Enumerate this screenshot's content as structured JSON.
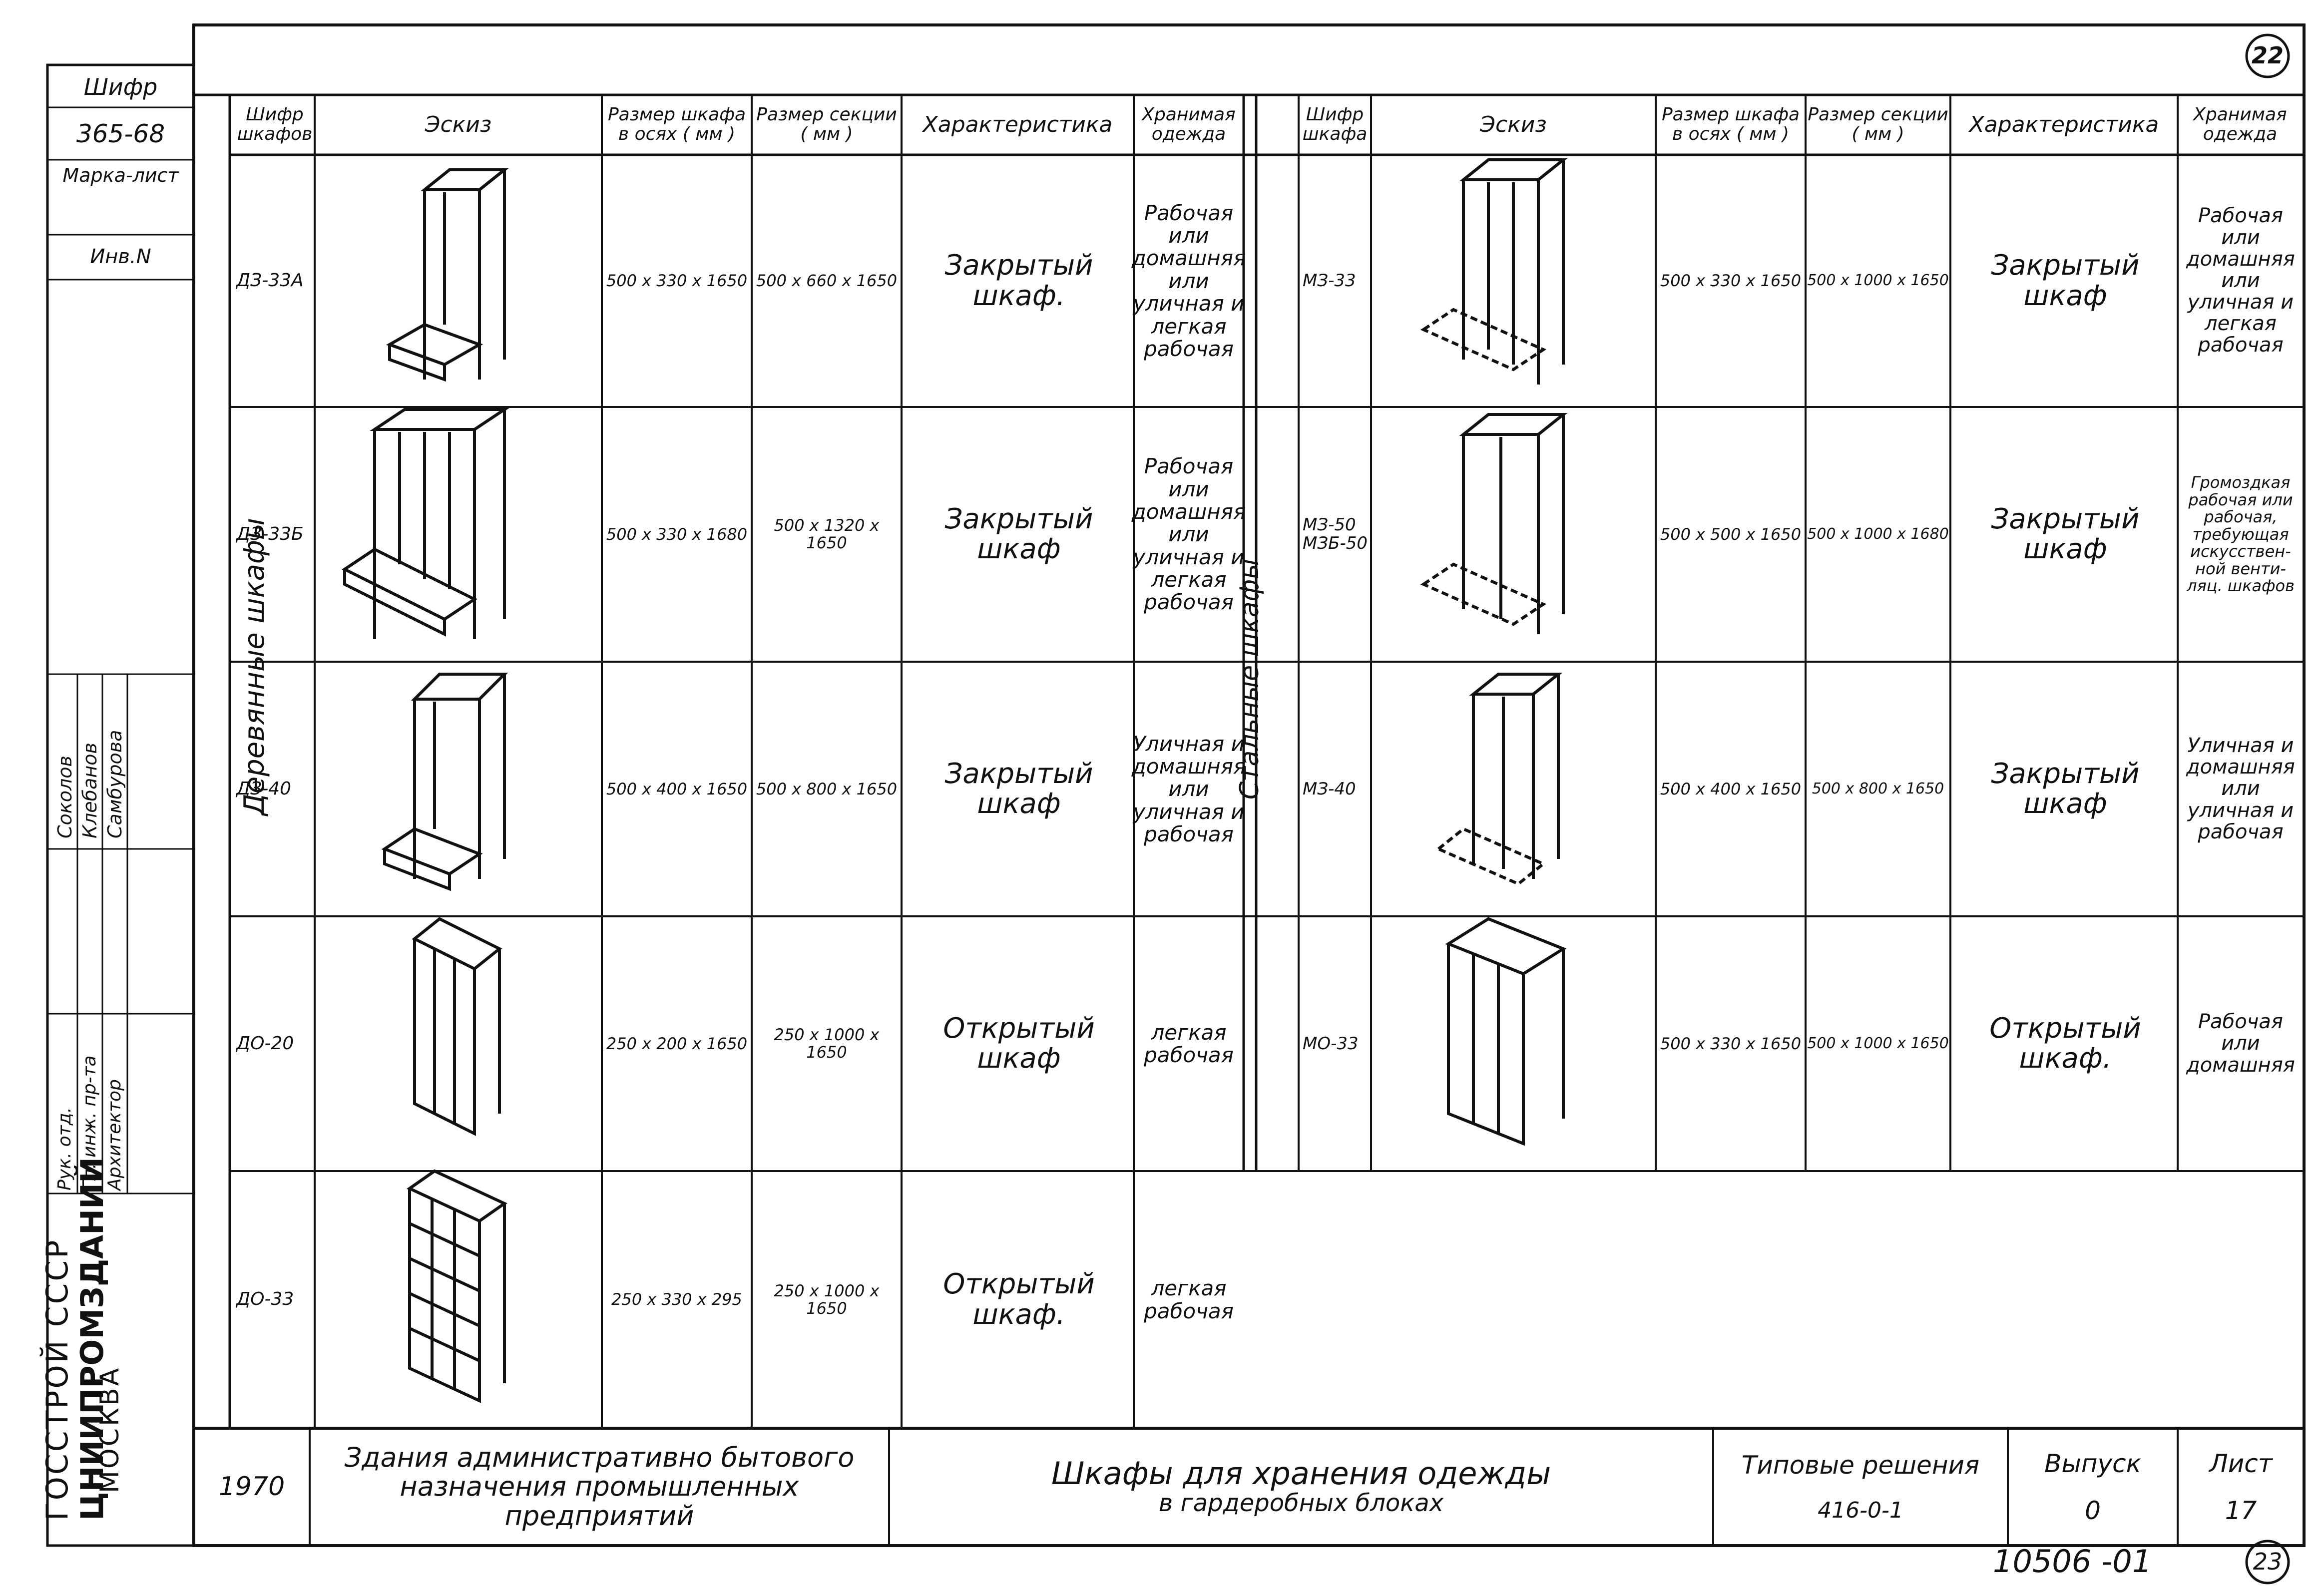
{
  "sheet": {
    "corner_number": "22",
    "bottom_number": "23",
    "doc_number": "10506 -01"
  },
  "side_stamp": {
    "cipher_label": "Шифр",
    "cipher_value": "365-68",
    "mark_sheet": "Марка-лист",
    "inv_no": "Инв.N",
    "names": [
      "Соколов",
      "Клебанов",
      "Самбурова"
    ],
    "roles": [
      "Рук. отд.",
      "Гл. инж. пр-та",
      "Архитектор"
    ],
    "org_line1": "ГОССТРОЙ СССР",
    "org_logo": "ЦНИИПРОМЗДАНИЙ",
    "org_city": "МОСКВА"
  },
  "table": {
    "headers": {
      "code": "Шифр шкафов",
      "sketch": "Эскиз",
      "size_axes": "Размер шкафа в осях ( мм )",
      "size_section": "Размер секции ( мм )",
      "characteristic": "Характеристика",
      "clothing": "Хранимая одежда"
    },
    "headers_right": {
      "code": "Шифр шкафа",
      "sketch": "Эскиз",
      "size_axes": "Размер шкафа в осях ( мм )",
      "size_section": "Размер секции ( мм )",
      "characteristic": "Характеристика",
      "clothing": "Хранимая одежда"
    },
    "group_left": "Деревянные шкафы",
    "group_right": "Стальные шкафы",
    "rows_left": [
      {
        "code": "ДЗ-33А",
        "size_axes": "500 x 330 x 1650",
        "size_section": "500 x 660 x 1650",
        "characteristic": "Закрытый шкаф.",
        "clothing": "Рабочая или домашняя или уличная и легкая рабочая"
      },
      {
        "code": "ДЗ-33Б",
        "size_axes": "500 x 330 x 1680",
        "size_section": "500 x 1320 x 1650",
        "characteristic": "Закрытый шкаф",
        "clothing": "Рабочая или домашняя или уличная и легкая рабочая"
      },
      {
        "code": "ДЗ-40",
        "size_axes": "500 x 400 x 1650",
        "size_section": "500 x 800 x 1650",
        "characteristic": "Закрытый шкаф",
        "clothing": "Уличная и домашняя или уличная и рабочая"
      },
      {
        "code": "ДО-20",
        "size_axes": "250 x 200 x 1650",
        "size_section": "250 x 1000 x 1650",
        "characteristic": "Открытый шкаф",
        "clothing": "легкая рабочая"
      },
      {
        "code": "ДО-33",
        "size_axes": "250 x 330 x 295",
        "size_section": "250 x 1000 x 1650",
        "characteristic": "Открытый шкаф.",
        "clothing": "легкая рабочая"
      }
    ],
    "rows_right": [
      {
        "code": "МЗ-33",
        "size_axes": "500 x 330 x 1650",
        "size_section": "500 x 1000 x 1650",
        "characteristic": "Закрытый шкаф",
        "clothing": "Рабочая или домашняя или уличная и легкая рабочая"
      },
      {
        "code": "МЗ-50 МЗБ-50",
        "size_axes": "500 x 500 x 1650",
        "size_section": "500 x 1000 x 1680",
        "characteristic": "Закрытый шкаф",
        "clothing": "Громоздкая рабочая или рабочая, требующая искусствен- ной венти- ляц. шкафов"
      },
      {
        "code": "МЗ-40",
        "size_axes": "500 x 400 x 1650",
        "size_section": "500 x 800 x 1650",
        "characteristic": "Закрытый шкаф",
        "clothing": "Уличная и домашняя или уличная и рабочая"
      },
      {
        "code": "МО-33",
        "size_axes": "500 x 330 x 1650",
        "size_section": "500 x 1000 x 1650",
        "characteristic": "Открытый шкаф.",
        "clothing": "Рабочая или домашняя"
      }
    ]
  },
  "title_block": {
    "year": "1970",
    "project": "Здания административно бытового назначения промышленных предприятий",
    "drawing_title": "Шкафы для хранения одежды",
    "drawing_subtitle": "в гардеробных блоках",
    "series_label": "Типовые решения",
    "series_value": "416-0-1",
    "issue_label": "Выпуск",
    "issue_value": "0",
    "sheet_label": "Лист",
    "sheet_value": "17"
  },
  "colors": {
    "ink": "#111111",
    "paper": "#ffffff"
  }
}
